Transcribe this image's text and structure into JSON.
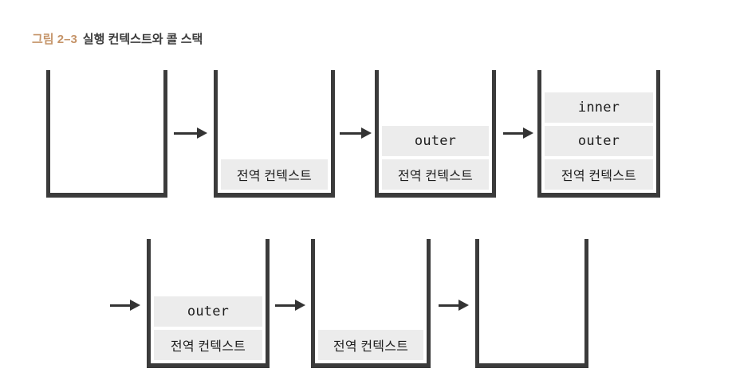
{
  "figure": {
    "label": "그림 2–3",
    "title": "실행 컨텍스트와 콜 스택"
  },
  "colors": {
    "accent": "#c59469",
    "title_text": "#3c3c3c",
    "stack_wall": "#3b3b3b",
    "frame_bg": "#ececec",
    "frame_text": "#1e1e1e",
    "arrow": "#333333"
  },
  "diagram": {
    "arrow_glyph": "→",
    "stacks": [
      {
        "step": 1,
        "items": []
      },
      {
        "step": 2,
        "items": [
          {
            "label": "전역 컨텍스트",
            "kind": "korean"
          }
        ]
      },
      {
        "step": 3,
        "items": [
          {
            "label": "outer",
            "kind": "mono"
          },
          {
            "label": "전역 컨텍스트",
            "kind": "korean"
          }
        ]
      },
      {
        "step": 4,
        "items": [
          {
            "label": "inner",
            "kind": "mono"
          },
          {
            "label": "outer",
            "kind": "mono"
          },
          {
            "label": "전역 컨텍스트",
            "kind": "korean"
          }
        ]
      },
      {
        "step": 5,
        "items": [
          {
            "label": "outer",
            "kind": "mono"
          },
          {
            "label": "전역 컨텍스트",
            "kind": "korean"
          }
        ]
      },
      {
        "step": 6,
        "items": [
          {
            "label": "전역 컨텍스트",
            "kind": "korean"
          }
        ]
      },
      {
        "step": 7,
        "items": []
      }
    ]
  }
}
